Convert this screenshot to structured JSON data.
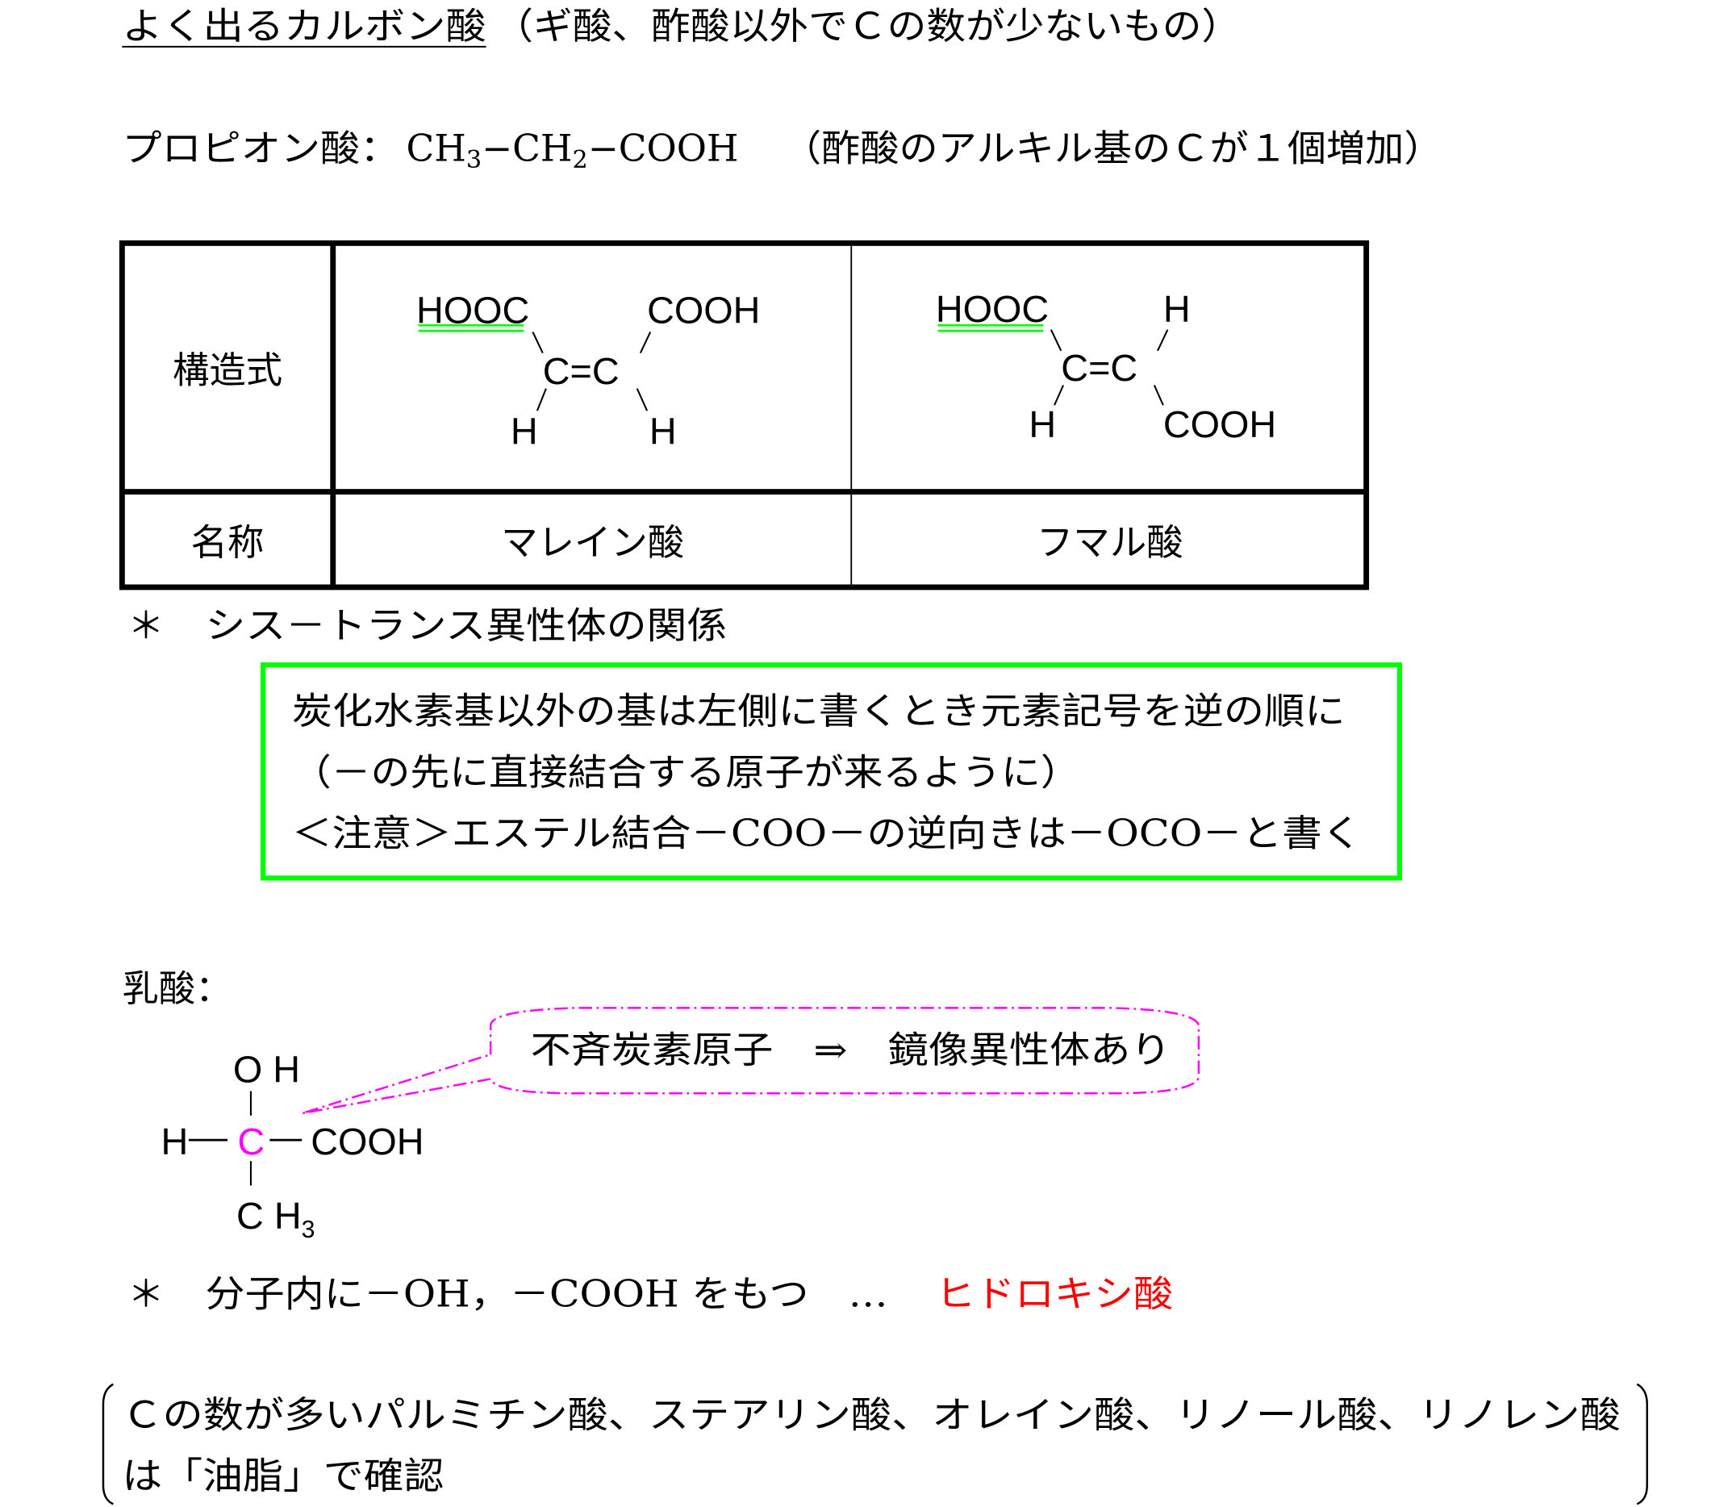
{
  "heading": {
    "title_underlined": "よく出るカルボン酸",
    "title_rest": "（ギ酸、酢酸以外でＣの数が少ないもの）"
  },
  "propionic": {
    "label": "プロピオン酸：",
    "f1": "CH",
    "s1": "3",
    "f2": "−CH",
    "s2": "2",
    "f3": "−COOH",
    "note": "（酢酸のアルキル基のＣが１個増加）"
  },
  "table": {
    "row1_header": "構造式",
    "row2_header": "名称",
    "maleic": {
      "name": "マレイン酸",
      "tl": "HOOC",
      "tr": "COOH",
      "center": "C=C",
      "bl": "H",
      "br": "H"
    },
    "fumaric": {
      "name": "フマル酸",
      "tl": "HOOC",
      "tr": "H",
      "center": "C=C",
      "bl": "H",
      "br": "COOH"
    }
  },
  "cis_trans_note": {
    "mark": "＊",
    "text": "シス－トランス異性体の関係"
  },
  "green_note": {
    "lines": [
      "炭化水素基以外の基は左側に書くとき元素記号を逆の順に",
      "（－の先に直接結合する原子が来るように）",
      "＜注意＞エステル結合－COO－の逆向きは－OCO－と書く"
    ]
  },
  "lactic": {
    "label": "乳酸：",
    "callout": "不斉炭素原子　⇒　鏡像異性体あり",
    "oh": "O H",
    "h": "H",
    "c": "C",
    "cooh": "COOH",
    "ch": "C H",
    "ch_sub": "3"
  },
  "hydroxy_note": {
    "mark": "＊",
    "text": "分子内に－OH，－COOH をもつ　…",
    "highlight": "ヒドロキシ酸"
  },
  "bracket_note": {
    "lines": [
      "Ｃの数が多いパルミチン酸、ステアリン酸、オレイン酸、リノール酸、リノレン酸",
      "は「油脂」で確認"
    ]
  },
  "colors": {
    "green": "#00ff00",
    "magenta": "#ff00ff",
    "red": "#ff0000"
  }
}
